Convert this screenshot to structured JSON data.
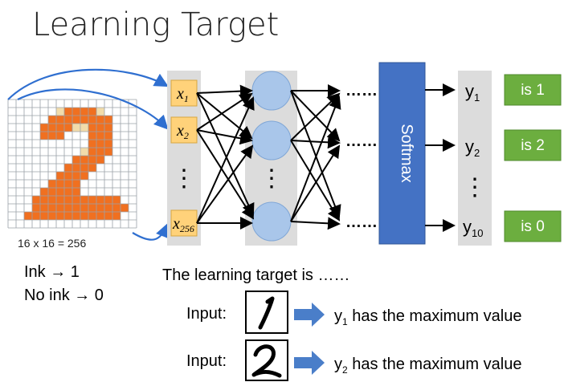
{
  "title": "Learning Target",
  "grid_caption": "16 x 16 = 256",
  "encoding": {
    "ink": "Ink → 1",
    "no_ink": "No ink → 0"
  },
  "inputs": {
    "x1_base": "x",
    "x1_sub": "1",
    "x2_base": "x",
    "x2_sub": "2",
    "x256_base": "x",
    "x256_sub": "256"
  },
  "softmax_label": "Softmax",
  "outputs": {
    "y1_base": "y",
    "y1_sub": "1",
    "y2_base": "y",
    "y2_sub": "2",
    "y10_base": "y",
    "y10_sub": "10"
  },
  "targets": [
    "is 1",
    "is 2",
    "is 0"
  ],
  "dots": "……",
  "vdots": "⋮",
  "learning_target_text": "The learning target is ……",
  "examples": [
    {
      "input_label": "Input:",
      "glyph": "1",
      "result_base": "y",
      "result_sub": "1",
      "result_text": " has the maximum value"
    },
    {
      "input_label": "Input:",
      "glyph": "2",
      "result_base": "y",
      "result_sub": "2",
      "result_text": " has the maximum value"
    }
  ],
  "colors": {
    "ink_orange": "#f07020",
    "light_ink": "#f2dcaa",
    "grid_line": "#9aa0a8",
    "input_box": "#ffd27a",
    "column_gray": "#dcdcdc",
    "neuron_blue": "#a9c6ea",
    "softmax_blue": "#4472c4",
    "target_green": "#6cae3f",
    "arrow_blue": "#2f6fd0",
    "result_arrow": "#4a7ec9"
  }
}
